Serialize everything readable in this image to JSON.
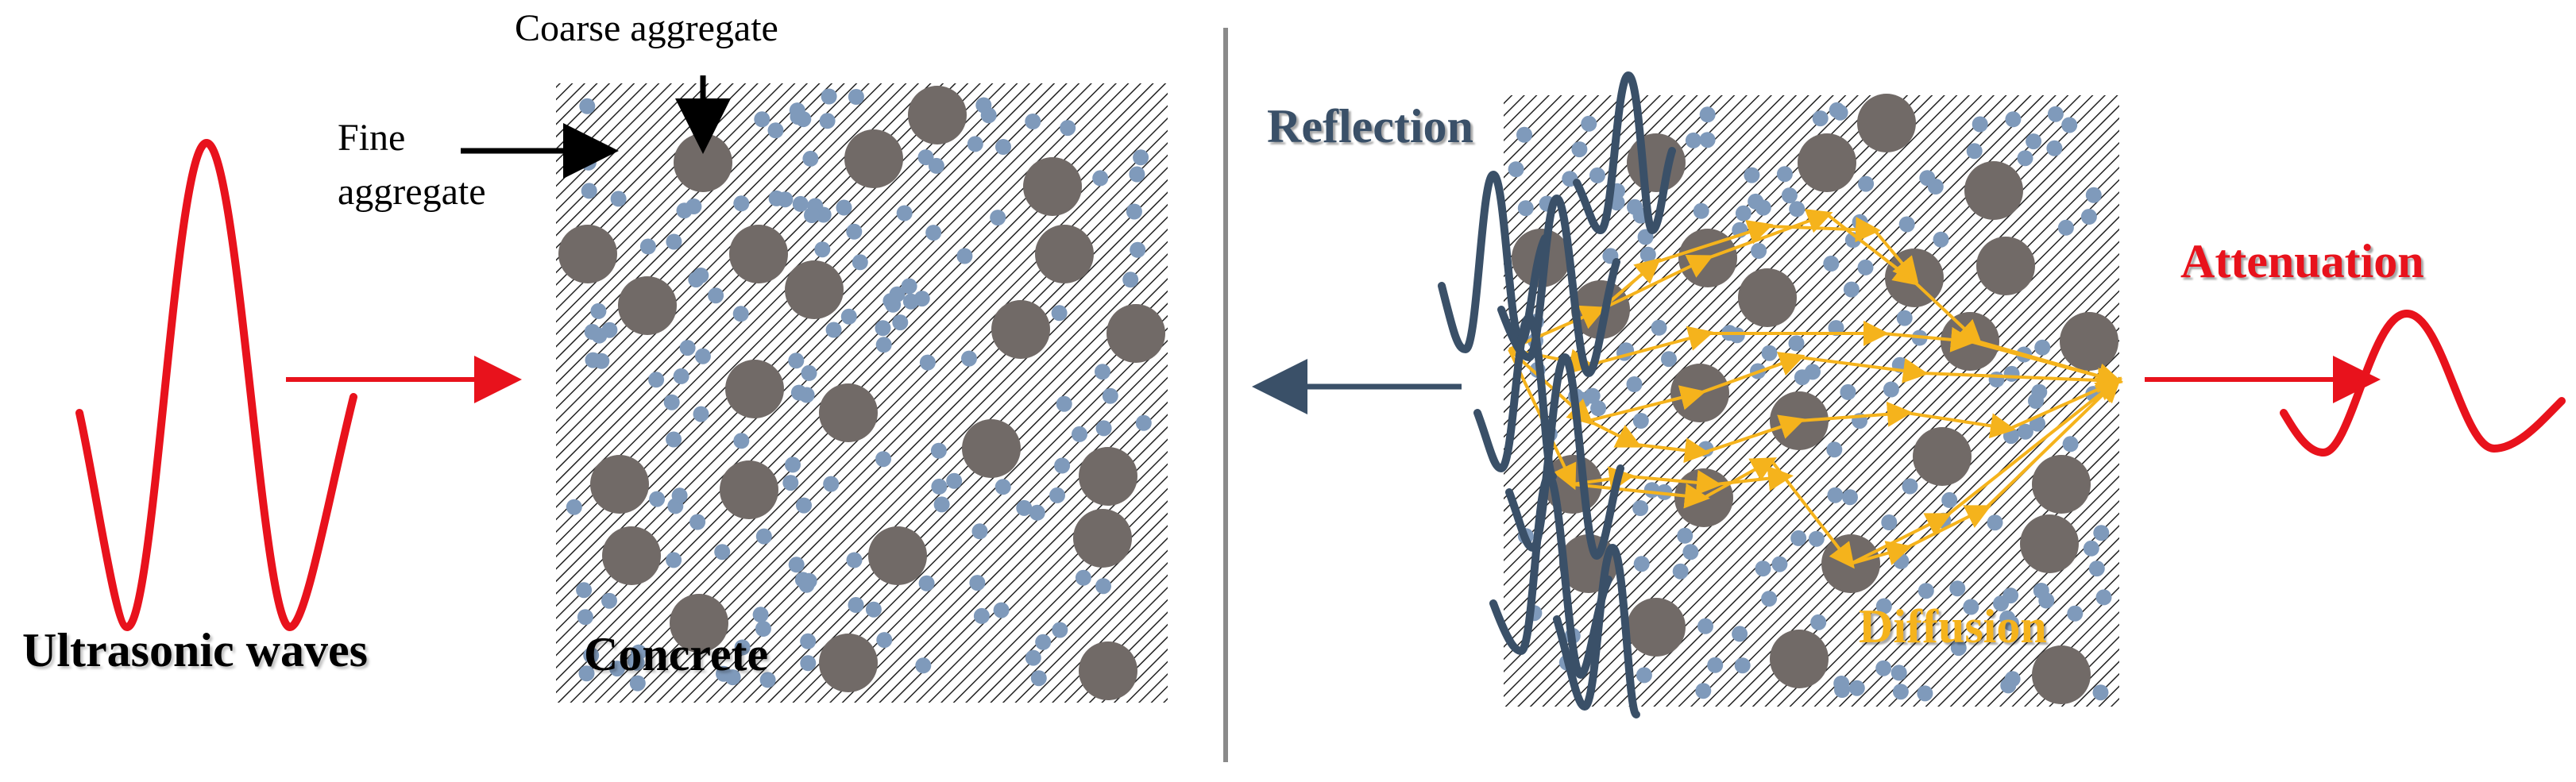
{
  "labels": {
    "coarse_aggregate": "Coarse aggregate",
    "fine_aggregate": "Fine\naggregate",
    "ultrasonic_waves": "Ultrasonic waves",
    "concrete": "Concrete",
    "reflection": "Reflection",
    "attenuation": "Attenuation",
    "diffusion": "Diffusion"
  },
  "colors": {
    "wave_incident": "#e8121c",
    "wave_reflected": "#3a5068",
    "coarse_aggregate": "#716a67",
    "fine_aggregate": "#7f9abb",
    "diffusion_path": "#f5b31c",
    "divider": "#8a8a8a",
    "hatch": "#222222"
  }
}
